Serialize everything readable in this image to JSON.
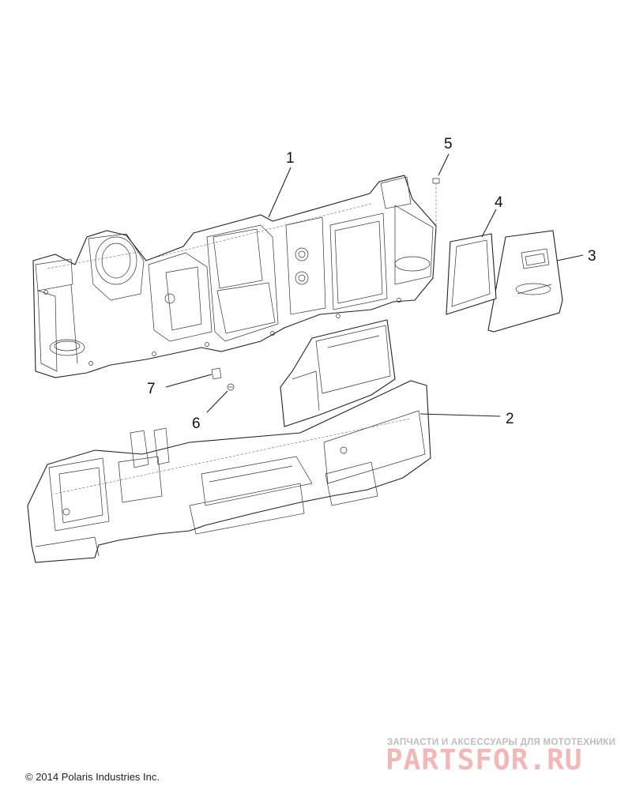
{
  "callouts": [
    {
      "id": "1",
      "label": "1"
    },
    {
      "id": "2",
      "label": "2"
    },
    {
      "id": "3",
      "label": "3"
    },
    {
      "id": "4",
      "label": "4"
    },
    {
      "id": "5",
      "label": "5"
    },
    {
      "id": "6",
      "label": "6"
    },
    {
      "id": "7",
      "label": "7"
    }
  ],
  "footer": {
    "copyright": "© 2014 Polaris Industries Inc."
  },
  "watermark": {
    "tagline": "ЗАПЧАСТИ И АКСЕССУАРЫ ДЛЯ МОТОТЕХНИКИ",
    "brand": "PARTSFOR.RU"
  }
}
